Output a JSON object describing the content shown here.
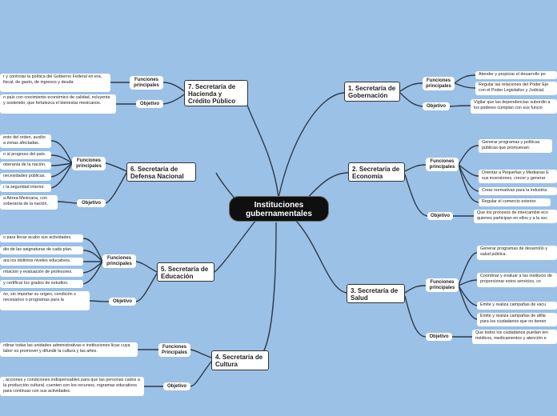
{
  "central": "Instituciones gubernamentales",
  "branches": {
    "gobernacion": {
      "title": "1. Secretaría de Gobernación",
      "funciones_label": "Funciones principales",
      "objetivo_label": "Objetivo",
      "funciones": [
        "Atender y propiciar el desarrollo po",
        "Regular las relaciones del Poder Eje con el Poder Legislativo y Judicial."
      ],
      "objetivo": "Vigilar que las dependencias subordin a los poderes cumplan con sus funcio"
    },
    "economia": {
      "title": "2. Secretaría de Economía",
      "funciones_label": "Funciones principales",
      "objetivo_label": "Objetivo",
      "funciones": [
        "Generar programas y políticas públicas que promuevan:",
        "Orientar a Pequeñas y Medianas E sus inversiones, crecer y generar",
        "Crear normativas para la industria",
        "Regular el comercio exterior."
      ],
      "objetivo": "Que los procesos de intercambio eco quienes participan en ellos y a la soc"
    },
    "salud": {
      "title": "3. Secretaría de Salud",
      "funciones_label": "Funciones principales",
      "objetivo_label": "Objetivo",
      "funciones": [
        "Generar programas de desarrollo y salud pública.",
        "Coordinar y evaluar a las institucio de proporcionar estos servicios, co",
        "Emite y realiza campañas de vacu",
        "Emite y realiza campañas de afilia para los ciudadanos que no tienen"
      ],
      "objetivo": "Que todos los ciudadanos puedan ten médicos, medicamentos y atención e"
    },
    "cultura": {
      "title": "4. Secretaría de Cultura",
      "funciones_label": "Funciones Principales",
      "objetivo_label": "Objetivo",
      "funciones": [
        "rdinar todas las unidades administrativas e instituciones licas cuya labor es promover y difundir la cultura y las artes."
      ],
      "objetivo": ", acciones y condiciones indispensables para que las personas cados a la producción cultural, cuenten con los recursos, rogramas educativos para continuar con sus actividades."
    },
    "educacion": {
      "title": "5. Secretaría de Educación",
      "funciones_label": "Funciones principales",
      "objetivo_label": "Objetivo",
      "funciones": [
        "o para llevar acabo sus actividades.",
        "dio de las asignaturas de cada plan.",
        "ara los distintos niveles educativos.",
        "rmación y evaluación de profesores.",
        "y certificar los grados de estudios."
      ],
      "objetivo": "ón, sin importar su origen, condición s necesarios o programas para la"
    },
    "defensa": {
      "title": "6. Secretaría de Defensa Nacional",
      "funciones_label": "Funciones principales",
      "objetivo_label": "Objetivo",
      "funciones": [
        "ento del orden, auxilio a zonas afectadas.",
        "n al progreso del país.",
        "oberanía de la nación.",
        "necesidades públicas.",
        "r la seguridad interior."
      ],
      "objetivo": "a Aérea Mexicana, con soberanía de la nación."
    },
    "hacienda": {
      "title": "7. Secretaría de Hacienda y Crédito Público",
      "funciones_label": "Funciones principales",
      "objetivo_label": "Objetivo",
      "funciones": [
        "r y controlar la política del Gobierno Federal en era, fiscal, de gasto, de ingresos y deuda"
      ],
      "objetivo": "n país con crecimiento económico de calidad, ncluyente y sostenido, que fortalezca el bienestar mexicanos."
    }
  }
}
